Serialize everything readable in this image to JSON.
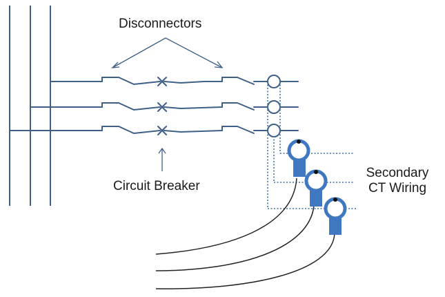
{
  "labels": {
    "disconnectors": "Disconnectors",
    "circuit_breaker": "Circuit Breaker",
    "secondary_line1": "Secondary",
    "secondary_line2": "CT Wiring"
  },
  "colors": {
    "wire": "#3e5f86",
    "dotted": "#3f6fa8",
    "ct_body": "#3f78c1",
    "ct_ring": "#3f78c1",
    "ct_dot": "#111111",
    "cable": "#222222",
    "label_text": "#1a1a1a"
  },
  "icons": {
    "disconnector": "disconnector-switch-icon",
    "breaker": "circuit-breaker-x-icon",
    "ct": "current-transformer-icon"
  }
}
